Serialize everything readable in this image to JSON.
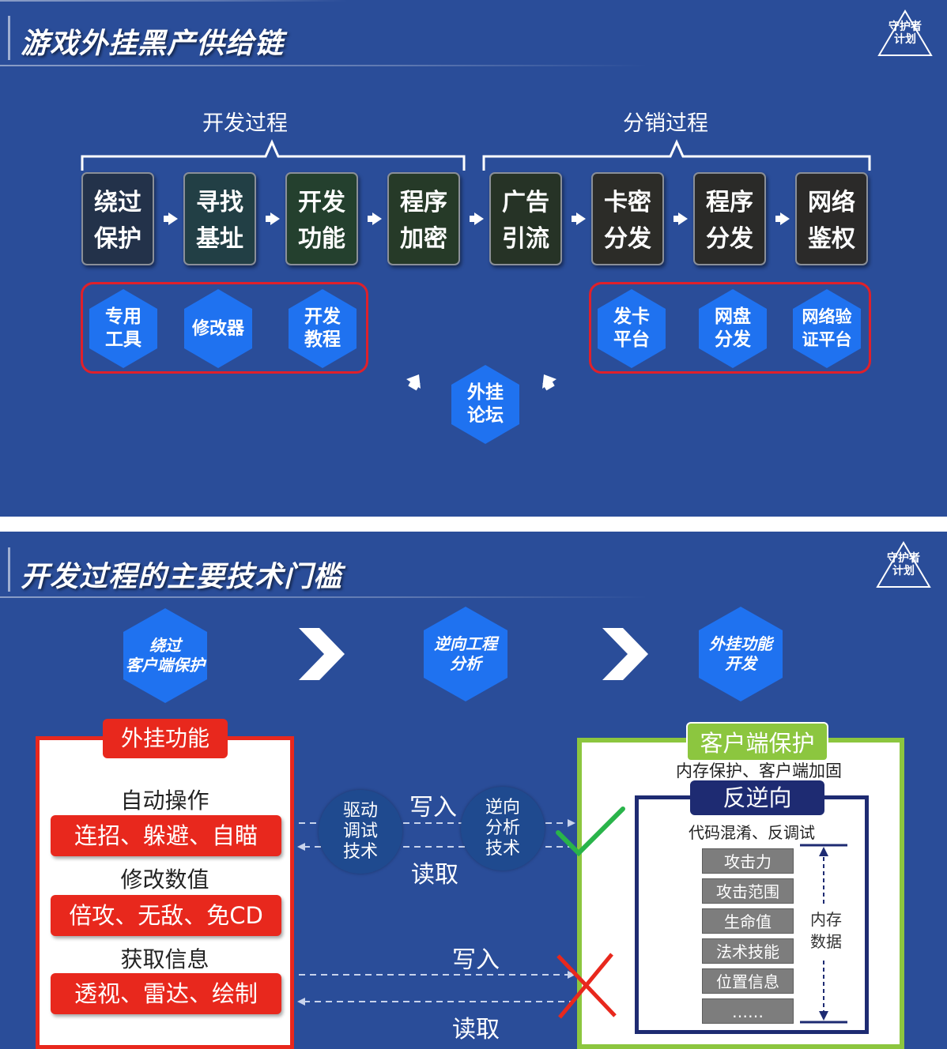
{
  "panel1": {
    "title": "游戏外挂黑产供给链",
    "logo": [
      "守护者",
      "计划"
    ],
    "groups": [
      "开发过程",
      "分销过程"
    ],
    "steps": [
      {
        "l1": "绕过",
        "l2": "保护",
        "color": "#23324a"
      },
      {
        "l1": "寻找",
        "l2": "基址",
        "color": "#223f45"
      },
      {
        "l1": "开发",
        "l2": "功能",
        "color": "#24402e"
      },
      {
        "l1": "程序",
        "l2": "加密",
        "color": "#263a28"
      },
      {
        "l1": "广告",
        "l2": "引流",
        "color": "#263326"
      },
      {
        "l1": "卡密",
        "l2": "分发",
        "color": "#2c2c28"
      },
      {
        "l1": "程序",
        "l2": "分发",
        "color": "#2a2a28"
      },
      {
        "l1": "网络",
        "l2": "鉴权",
        "color": "#2b2a29"
      }
    ],
    "dev_tools": [
      {
        "l1": "专用",
        "l2": "工具"
      },
      {
        "l1": "修改器",
        "l2": ""
      },
      {
        "l1": "开发",
        "l2": "教程"
      }
    ],
    "dist_tools": [
      {
        "l1": "发卡",
        "l2": "平台"
      },
      {
        "l1": "网盘",
        "l2": "分发"
      },
      {
        "l1": "网络验",
        "l2": "证平台"
      }
    ],
    "forum": {
      "l1": "外挂",
      "l2": "论坛"
    }
  },
  "panel2": {
    "title": "开发过程的主要技术门槛",
    "logo": [
      "守护者",
      "计划"
    ],
    "flow": [
      {
        "l1": "绕过",
        "l2": "客户端保护"
      },
      {
        "l1": "逆向工程",
        "l2": "分析"
      },
      {
        "l1": "外挂功能",
        "l2": "开发"
      }
    ],
    "cheat_features": {
      "title": "外挂功能",
      "groups": [
        {
          "label": "自动操作",
          "items": "连招、躲避、自瞄"
        },
        {
          "label": "修改数值",
          "items": "倍攻、无敌、免CD"
        },
        {
          "label": "获取信息",
          "items": "透视、雷达、绘制"
        }
      ]
    },
    "techniques": [
      {
        "l1": "驱动",
        "l2": "调试",
        "l3": "技术"
      },
      {
        "l1": "逆向",
        "l2": "分析",
        "l3": "技术"
      }
    ],
    "arrows": {
      "write": "写入",
      "read": "读取"
    },
    "client_protection": {
      "title": "客户端保护",
      "subtitle": "内存保护、客户端加固",
      "anti_reverse": "反逆向",
      "anti_sub": "代码混淆、反调试",
      "memory_items": [
        "攻击力",
        "攻击范围",
        "生命值",
        "法术技能",
        "位置信息",
        "……"
      ],
      "memory_label": [
        "内存",
        "数据"
      ]
    },
    "status_colors": {
      "ok": "#29b44a",
      "fail": "#e8281d"
    }
  }
}
